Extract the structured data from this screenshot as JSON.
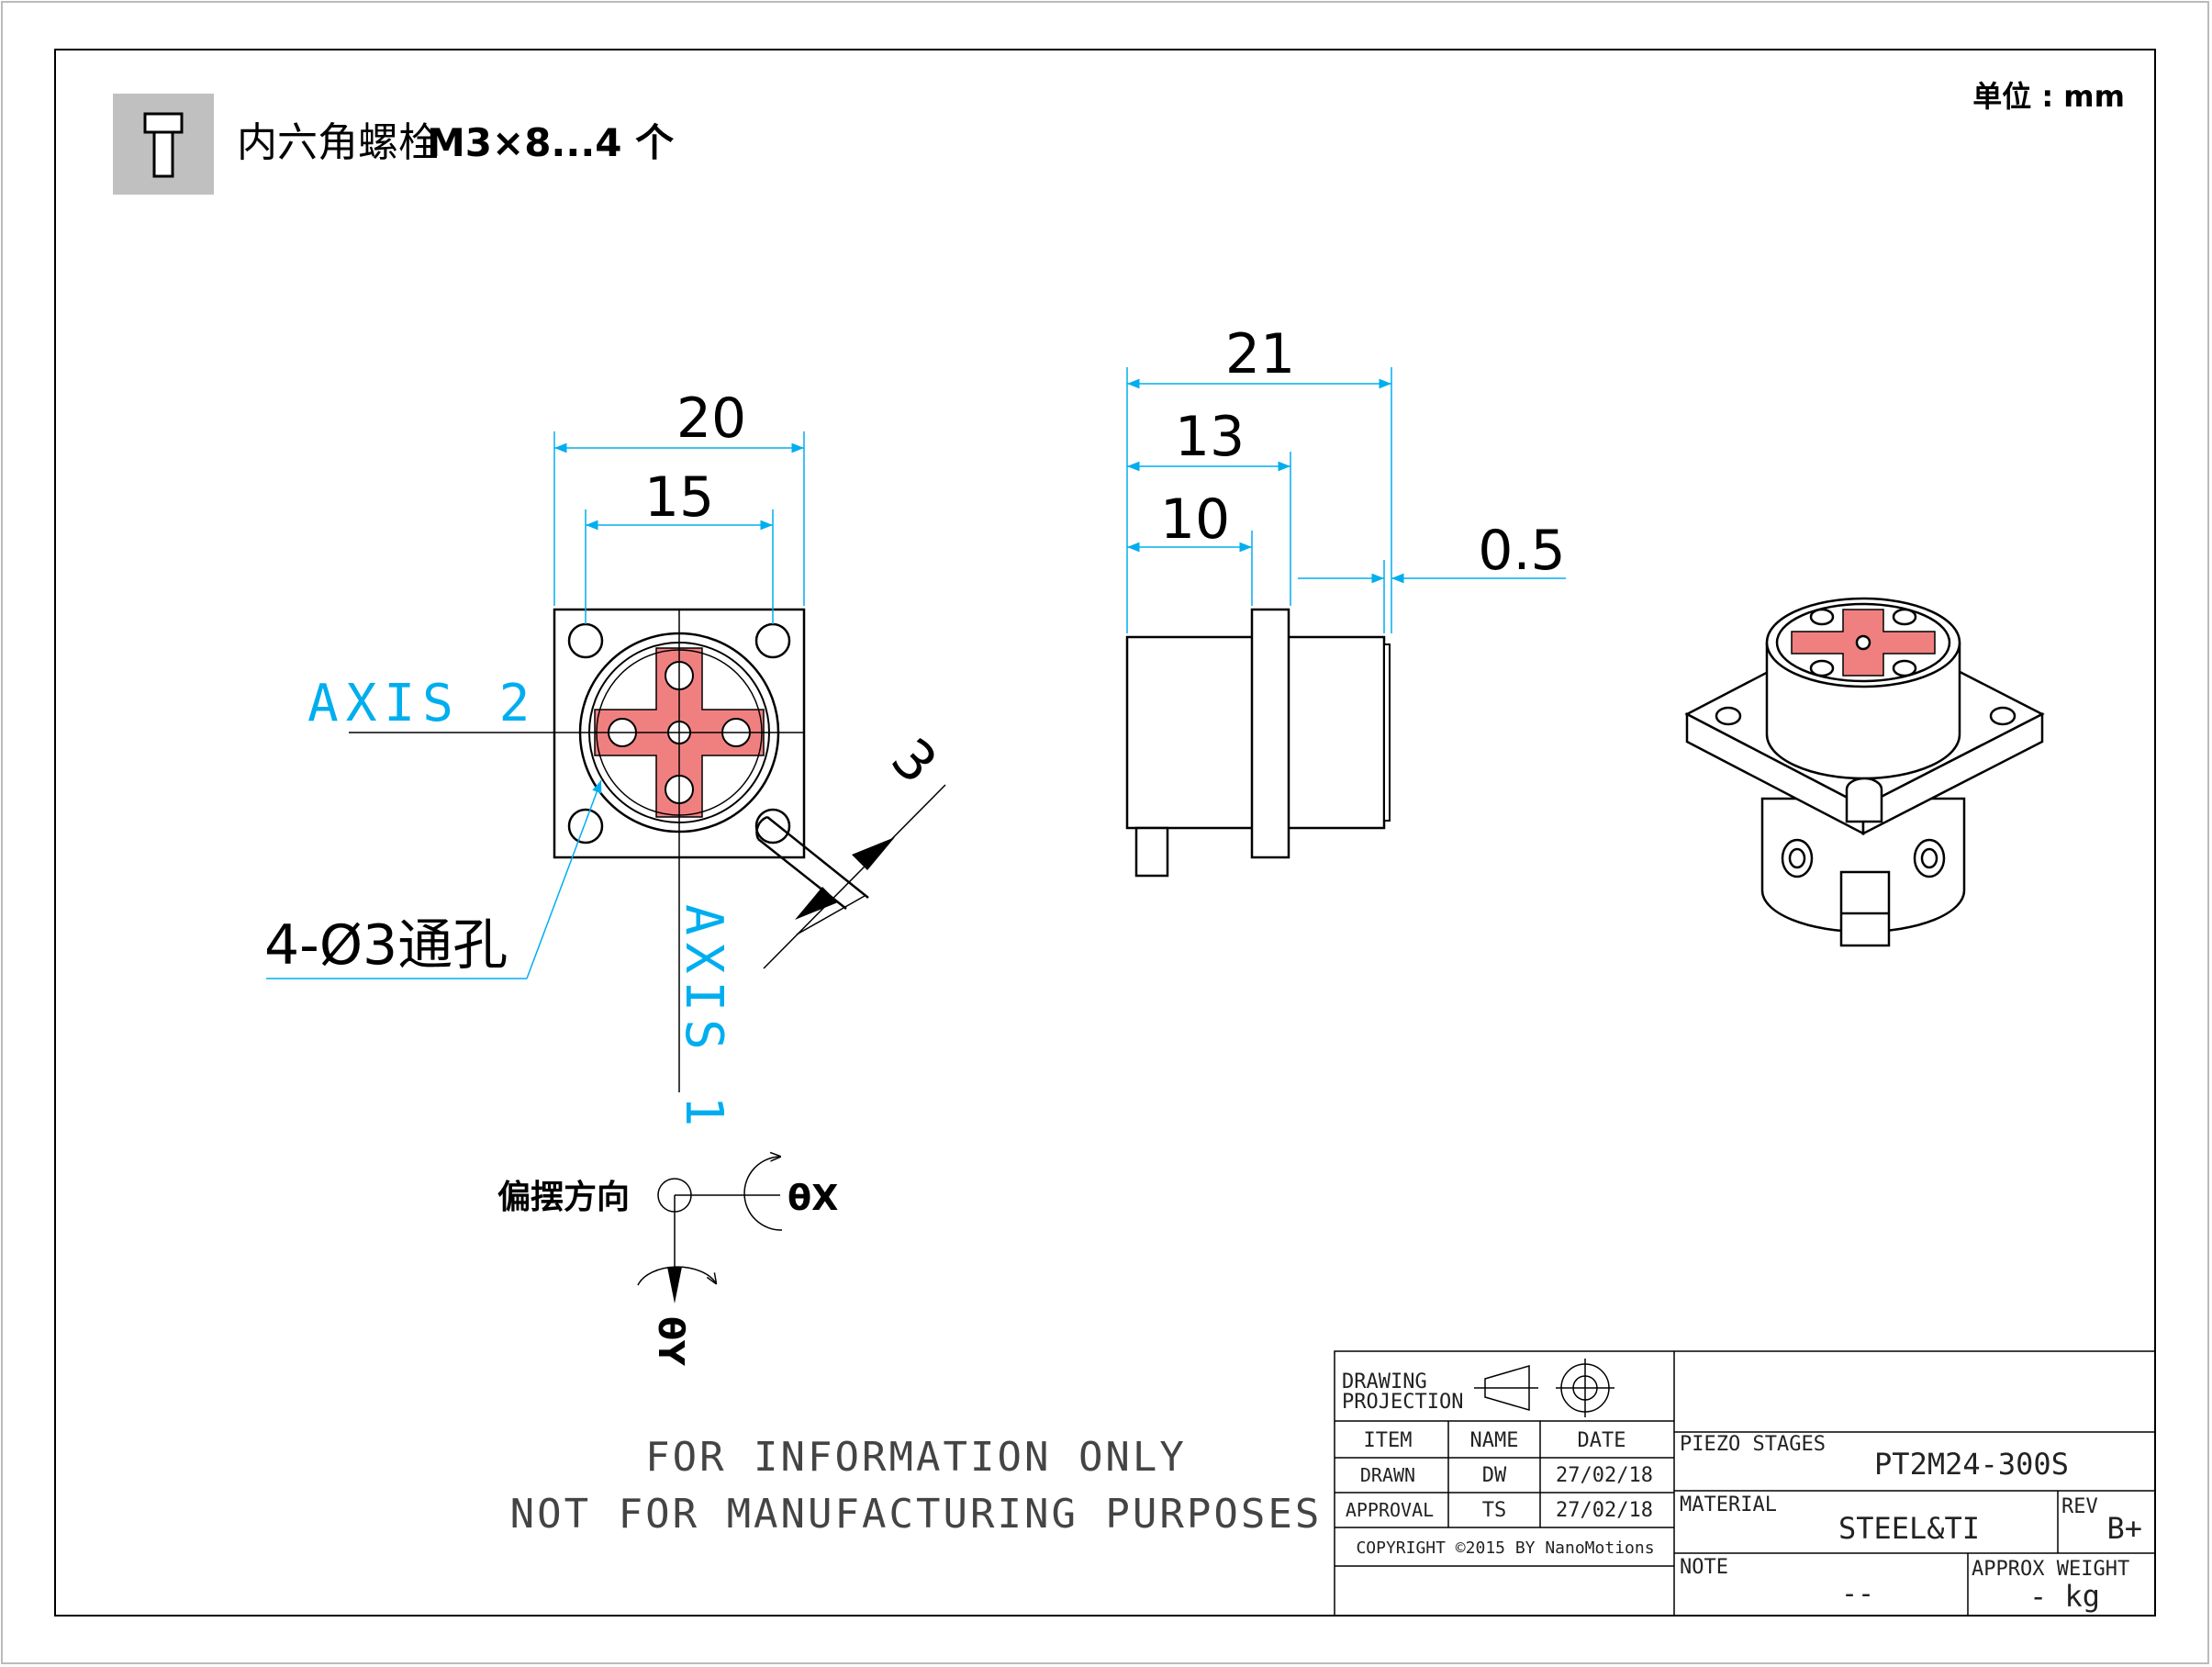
{
  "header": {
    "bolt_label": "内六角螺栓",
    "bolt_spec": "M3×8...4 个",
    "unit": "单位 : mm"
  },
  "front_view": {
    "dim_20": "20",
    "dim_15": "15",
    "dim_3": "3",
    "axis_1": "AXIS 1",
    "axis_2": "AXIS 2",
    "hole_callout": "4-Ø3通孔"
  },
  "side_view": {
    "dim_21": "21",
    "dim_13": "13",
    "dim_10": "10",
    "dim_05": "0.5"
  },
  "rotation_legend": {
    "label": "偏摆方向",
    "theta_x": "θX",
    "theta_y": "θY"
  },
  "disclaimer": {
    "line1": "FOR INFORMATION ONLY",
    "line2": "NOT FOR MANUFACTURING PURPOSES"
  },
  "title_block": {
    "projection_label_1": "DRAWING",
    "projection_label_2": "PROJECTION",
    "col_item": "ITEM",
    "col_name": "NAME",
    "col_date": "DATE",
    "row1_item": "DRAWN",
    "row1_name": "DW",
    "row1_date": "27/02/18",
    "row2_item": "APPROVAL",
    "row2_name": "TS",
    "row2_date": "27/02/18",
    "copyright": "COPYRIGHT ©2015 BY NanoMotions",
    "product_line": "PIEZO STAGES",
    "part_number": "PT2M24-300S",
    "material_label": "MATERIAL",
    "material_value": "STEEL&TI",
    "rev_label": "REV",
    "rev_value": "B+",
    "note_label": "NOTE",
    "note_value": "--",
    "weight_label": "APPROX WEIGHT",
    "weight_value": "- kg"
  },
  "colors": {
    "dimension": "#00aeef",
    "highlight": "#f08080",
    "line": "#000000",
    "icon_bg": "#c0c0c0"
  }
}
